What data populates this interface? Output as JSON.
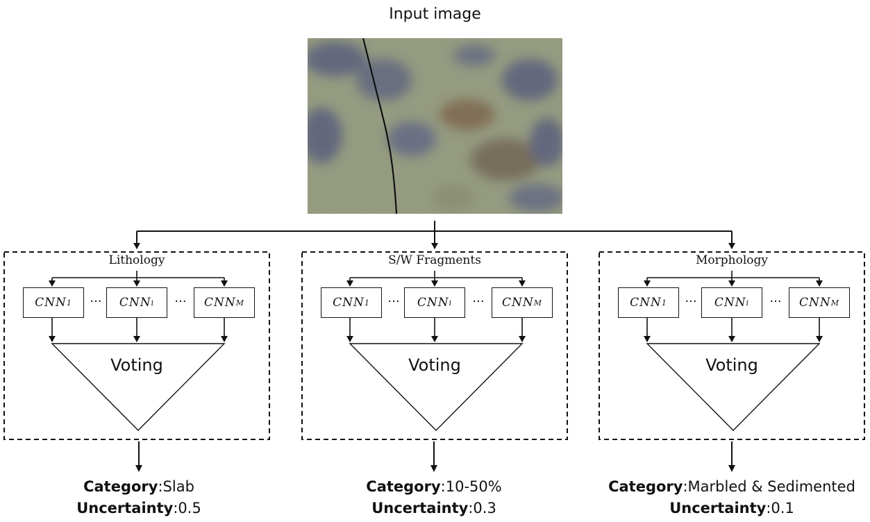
{
  "title": "Input image",
  "cnn_labels": {
    "first": "CNN",
    "first_sub": "1",
    "mid": "CNN",
    "mid_sub": "i",
    "last": "CNN",
    "last_sub": "M",
    "dots": "···"
  },
  "panels": [
    {
      "label": "Lithology",
      "voting": "Voting",
      "category_key": "Category",
      "category_value": "Slab",
      "uncertainty_key": "Uncertainty",
      "uncertainty_value": "0.5"
    },
    {
      "label": "S/W Fragments",
      "voting": "Voting",
      "category_key": "Category",
      "category_value": "10-50%",
      "uncertainty_key": "Uncertainty",
      "uncertainty_value": "0.3"
    },
    {
      "label": "Morphology",
      "voting": "Voting",
      "category_key": "Category",
      "category_value": "Marbled & Sedimented",
      "uncertainty_key": "Uncertainty",
      "uncertainty_value": "0.1"
    }
  ],
  "colors": {
    "rock_base": "#9aa27e",
    "rock_dark": "#4b4f7a",
    "rock_rust": "#7a5a3a",
    "line": "#111111"
  }
}
